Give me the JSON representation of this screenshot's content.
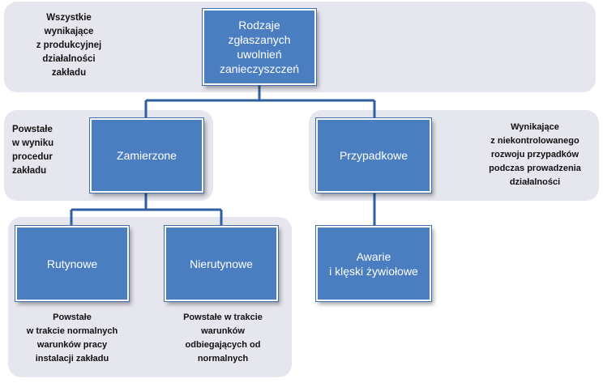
{
  "colors": {
    "box_fill": "#4a7ec0",
    "connector": "#2f5f9e",
    "panel": "#e6e7ee"
  },
  "boxes": {
    "root": "Rodzaje\nzgłaszanych\nuwolnień\nzanieczyszczeń",
    "intended": "Zamierzone",
    "accidental": "Przypadkowe",
    "routine": "Rutynowe",
    "nonroutine": "Nierutynowe",
    "failures": "Awarie\ni klęski żywiołowe"
  },
  "notes": {
    "root": "Wszystkie\nwynikające\nz produkcyjnej\ndziałalności\nzakładu",
    "intended": "Powstałe\nw wyniku\nprocedur\nzakładu",
    "accidental": "Wynikające\nz niekontrolowanego\nrozwoju przypadków\npodczas prowadzenia\ndziałalności",
    "routine": "Powstałe\nw trakcie normalnych\nwarunków pracy\ninstalacji zakładu",
    "nonroutine": "Powstałe w trakcie\nwarunków\nodbiegających od\nnormalnych"
  }
}
